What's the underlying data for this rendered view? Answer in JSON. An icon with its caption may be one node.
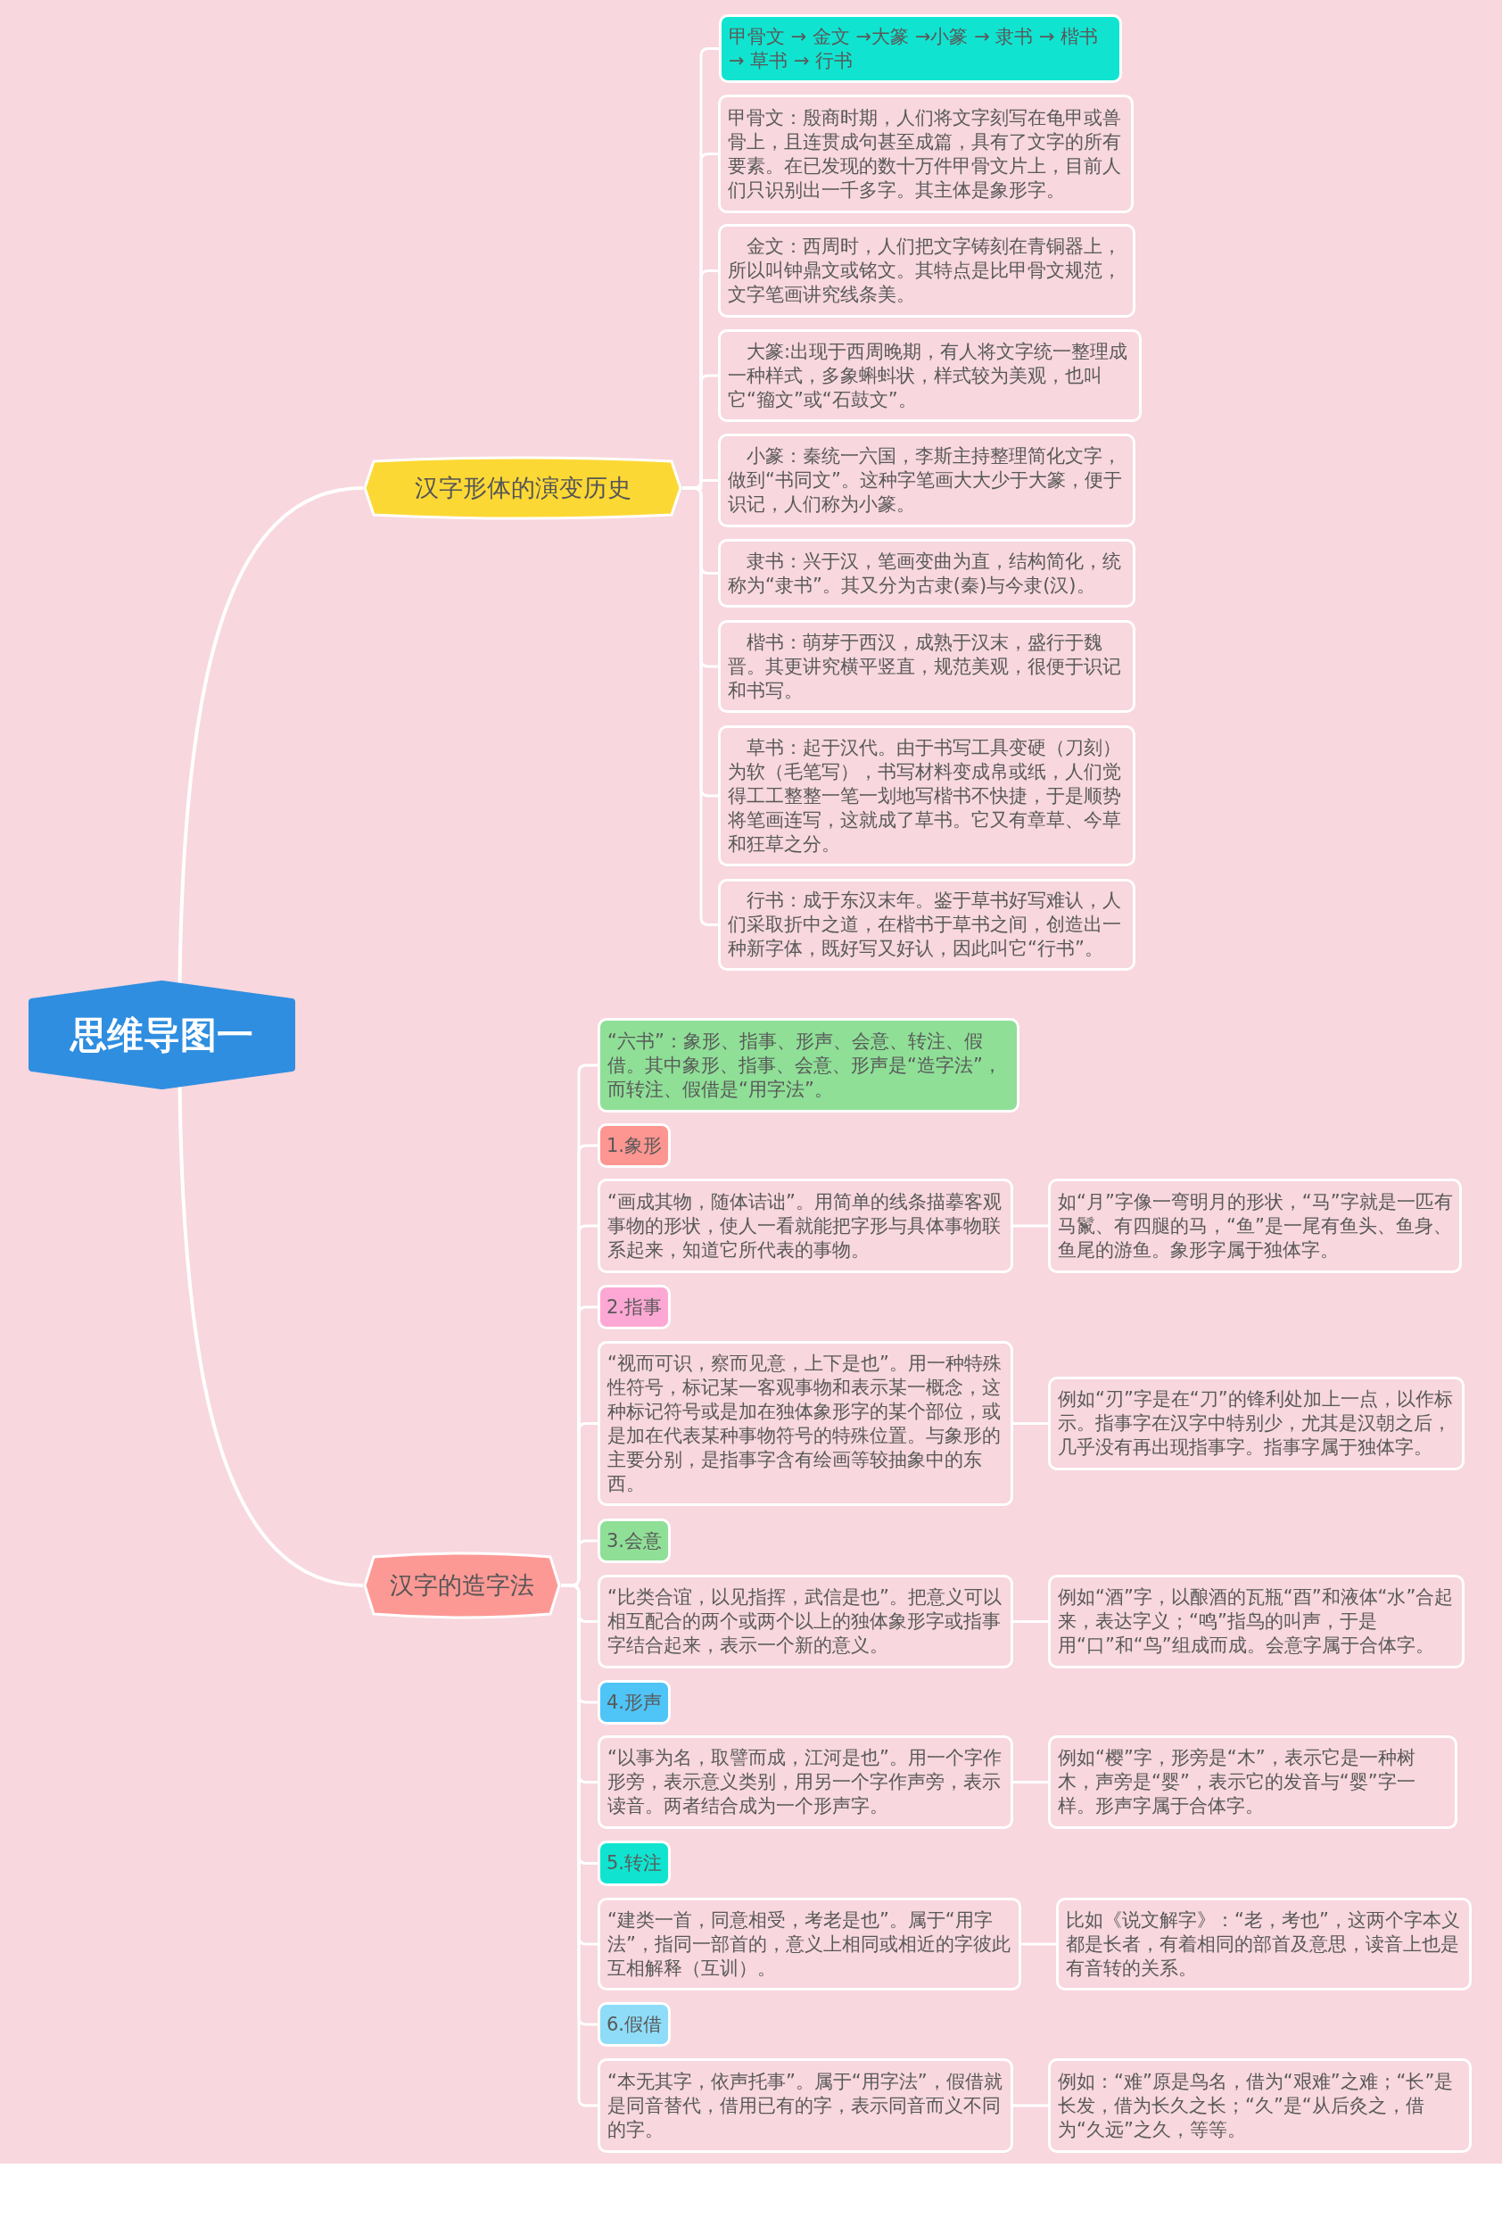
{
  "diagram": {
    "nodes": [
      {
        "text": [
          "思维导图一"
        ]
      },
      {
        "text": [
          "汉字形体的演变历史"
        ]
      },
      {
        "text": [
          "甲骨文 → 金文 →大篆 →小篆 → 隶书 → 楷书 → 草书 → 行书"
        ]
      },
      {
        "text": [
          "甲骨文：殷商时期，人们将文字刻写在龟甲或兽骨上，且连贯成句甚至成篇，具有了文字的所有要素。在已发现的数十万件甲骨文片上，目前人们只识别出一千多字。其主体是象形字。"
        ]
      },
      {
        "text": [
          "金文：西周时，人们把文字铸刻在青铜器上，所以叫钟鼎文或铭文。其特点是比甲骨文规范，文字笔画讲究线条美。"
        ]
      },
      {
        "text": [
          "大篆:出现于西周晚期，有人将文字统一整理成一种样式，多象蝌蚪状，样式较为美观，也叫它“籀文”或“石鼓文”。"
        ]
      },
      {
        "text": [
          "小篆：秦统一六国，李斯主持整理简化文字，做到“书同文”。这种字笔画大大少于大篆，便于识记，人们称为小篆。"
        ]
      },
      {
        "text": [
          "隶书：兴于汉，笔画变曲为直，结构简化，统称为“隶书”。其又分为古隶(秦)与今隶(汉)。"
        ]
      },
      {
        "text": [
          "楷书：萌芽于西汉，成熟于汉末，盛行于魏晋。其更讲究横平竖直，规范美观，很便于识记和书写。"
        ]
      },
      {
        "text": [
          "草书：起于汉代。由于书写工具变硬（刀刻）为软（毛笔写），书写材料变成帛或纸，人们觉得工工整整一笔一划地写楷书不快捷，于是顺势将笔画连写，这就成了草书。它又有章草、今草和狂草之分。"
        ]
      },
      {
        "text": [
          "行书：成于东汉末年。鉴于草书好写难认，人们采取折中之道，在楷书于草书之间，创造出一种新字体，既好写又好认，因此叫它“行书”。"
        ]
      },
      {
        "text": [
          "汉字的造字法"
        ]
      },
      {
        "text": [
          "“六书”：象形、指事、形声、会意、转注、假借。其中象形、指事、会意、形声是“造字法”，而转注、假借是“用字法”。"
        ]
      },
      {
        "text": [
          "1.象形"
        ]
      },
      {
        "text": [
          "“画成其物，随体诘诎”。用简单的线条描摹客观事物的形状，使人一看就能把字形与具体事物联系起来，知道它所代表的事物。"
        ]
      },
      {
        "text": [
          "如“月”字像一弯明月的形状，“马”字就是一匹有马鬣、有四腿的马，“鱼”是一尾有鱼头、鱼身、鱼尾的游鱼。象形字属于独体字。"
        ]
      },
      {
        "text": [
          "2.指事"
        ]
      },
      {
        "text": [
          "“视而可识，察而见意，上下是也”。用一种特殊性符号，标记某一客观事物和表示某一概念，这种标记符号或是加在独体象形字的某个部位，或是加在代表某种事物符号的特殊位置。与象形的主要分别，是指事字含有绘画等较抽象中的东西。"
        ]
      },
      {
        "text": [
          "例如“刃”字是在“刀”的锋利处加上一点，以作标示。指事字在汉字中特别少，尤其是汉朝之后，几乎没有再出现指事字。指事字属于独体字。"
        ]
      },
      {
        "text": [
          "3.会意"
        ]
      },
      {
        "text": [
          "“比类合谊，以见指挥，武信是也”。把意义可以相互配合的两个或两个以上的独体象形字或指事字结合起来，表示一个新的意义。"
        ]
      },
      {
        "text": [
          "例如“酒”字，以酿酒的瓦瓶“酉”和液体“水”合起来，表达字义；“鸣”指鸟的叫声，于是用“口”和“鸟”组成而成。会意字属于合体字。"
        ]
      },
      {
        "text": [
          "4.形声"
        ]
      },
      {
        "text": [
          "“以事为名，取譬而成，江河是也”。用一个字作形旁，表示意义类别，用另一个字作声旁，表示读音。两者结合成为一个形声字。"
        ]
      },
      {
        "text": [
          "例如“樱”字，形旁是“木”，表示它是一种树木，声旁是“婴”，表示它的发音与“婴”字一样。形声字属于合体字。"
        ]
      },
      {
        "text": [
          "5.转注"
        ]
      },
      {
        "text": [
          "“建类一首，同意相受，考老是也”。属于“用字法”，指同一部首的，意义上相同或相近的字彼此互相解释（互训）。"
        ]
      },
      {
        "text": [
          "比如《说文解字》：“老，考也”，这两个字本义都是长者，有着相同的部首及意思，读音上也是有音转的关系。"
        ]
      },
      {
        "text": [
          "6.假借"
        ]
      },
      {
        "text": [
          "“本无其字，依声托事”。属于“用字法”，假借就是同音替代，借用已有的字，表示同音而义不同的字。"
        ]
      },
      {
        "text": [
          "例如：“难”原是鸟名，借为“艰难”之难；“长”是长发，借为长久之长；“久”是“从后灸之，借为“久远”之久，等等。"
        ]
      }
    ],
    "edges": [
      {
        "from": 0,
        "to": 1,
        "arrow": "none"
      },
      {
        "from": 0,
        "to": 11,
        "arrow": "none"
      },
      {
        "from": 1,
        "to": 2,
        "arrow": "none"
      },
      {
        "from": 1,
        "to": 3,
        "arrow": "none"
      },
      {
        "from": 1,
        "to": 4,
        "arrow": "none"
      },
      {
        "from": 1,
        "to": 5,
        "arrow": "none"
      },
      {
        "from": 1,
        "to": 6,
        "arrow": "none"
      },
      {
        "from": 1,
        "to": 7,
        "arrow": "none"
      },
      {
        "from": 1,
        "to": 8,
        "arrow": "none"
      },
      {
        "from": 1,
        "to": 9,
        "arrow": "none"
      },
      {
        "from": 1,
        "to": 10,
        "arrow": "none"
      },
      {
        "from": 11,
        "to": 12,
        "arrow": "none"
      },
      {
        "from": 11,
        "to": 13,
        "arrow": "none"
      },
      {
        "from": 11,
        "to": 14,
        "arrow": "none"
      },
      {
        "from": 11,
        "to": 16,
        "arrow": "none"
      },
      {
        "from": 11,
        "to": 17,
        "arrow": "none"
      },
      {
        "from": 11,
        "to": 19,
        "arrow": "none"
      },
      {
        "from": 11,
        "to": 20,
        "arrow": "none"
      },
      {
        "from": 11,
        "to": 22,
        "arrow": "none"
      },
      {
        "from": 11,
        "to": 23,
        "arrow": "none"
      },
      {
        "from": 11,
        "to": 25,
        "arrow": "none"
      },
      {
        "from": 11,
        "to": 26,
        "arrow": "none"
      },
      {
        "from": 11,
        "to": 28,
        "arrow": "none"
      },
      {
        "from": 11,
        "to": 29,
        "arrow": "none"
      },
      {
        "from": 14,
        "to": 15,
        "arrow": "none"
      },
      {
        "from": 17,
        "to": 18,
        "arrow": "none"
      },
      {
        "from": 20,
        "to": 21,
        "arrow": "none"
      },
      {
        "from": 23,
        "to": 24,
        "arrow": "none"
      },
      {
        "from": 26,
        "to": 27,
        "arrow": "none"
      },
      {
        "from": 29,
        "to": 30,
        "arrow": "none"
      }
    ]
  }
}
